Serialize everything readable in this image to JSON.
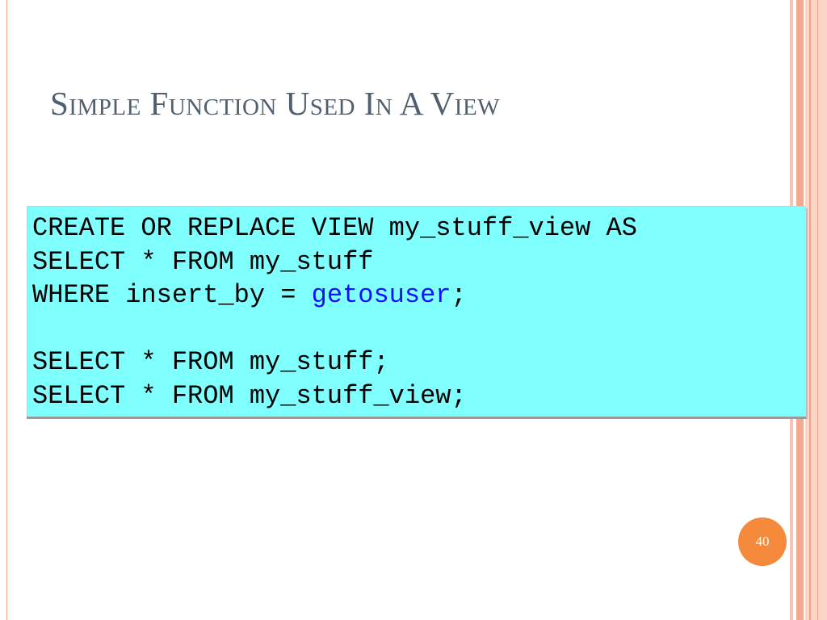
{
  "slide": {
    "title": "Simple Function Used In A View",
    "page_number": "40",
    "colors": {
      "title_text": "#4f5f6f",
      "code_background": "#80ffff",
      "function_highlight": "#1010ff",
      "page_badge": "#f58a3c",
      "border_accent": "#f4a891"
    }
  },
  "code": {
    "line1": "CREATE OR REPLACE VIEW my_stuff_view AS",
    "line2": "SELECT * FROM my_stuff",
    "line3_before": "WHERE insert_by = ",
    "line3_function": "getosuser",
    "line3_after": ";",
    "line4": "",
    "line5": "SELECT * FROM my_stuff;",
    "line6": "SELECT * FROM my_stuff_view;"
  }
}
